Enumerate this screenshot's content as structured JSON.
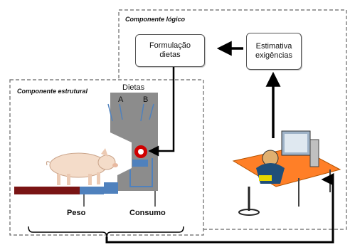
{
  "logical_component": {
    "title": "Componente lógico",
    "boxes": {
      "diet_formulation": {
        "line1": "Formulação",
        "line2": "dietas"
      },
      "requirements_estimate": {
        "line1": "Estimativa",
        "line2": "exigências"
      }
    }
  },
  "structural_component": {
    "title": "Componente estrutural",
    "diets_label": "Dietas",
    "diet_a": "A",
    "diet_b": "B",
    "weight_label": "Peso",
    "consumption_label": "Consumo"
  },
  "colors": {
    "feeder": "#8c8c8c",
    "scale_bar": "#7a1414",
    "pipe": "#4f81bd",
    "sensor": "#d00000",
    "desk": "#ff7f27",
    "arrow": "#000000"
  },
  "icons": [
    "pig-icon",
    "feeder-icon",
    "scale-icon",
    "sensor-icon",
    "computer-workstation-icon"
  ]
}
